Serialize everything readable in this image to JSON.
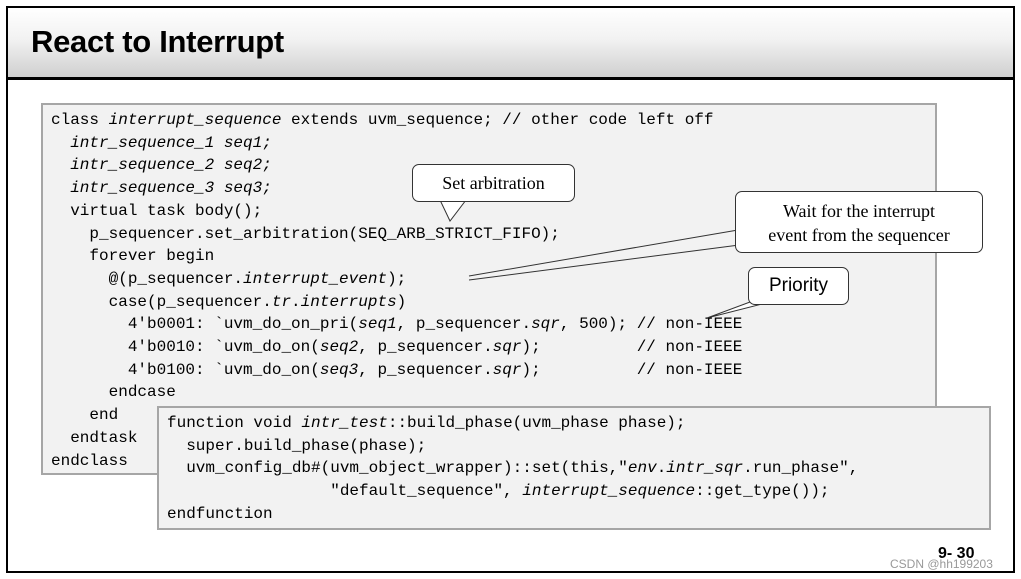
{
  "title": "React to Interrupt",
  "code_main": {
    "lines": [
      [
        {
          "t": "class "
        },
        {
          "t": "interrupt_sequence",
          "i": true
        },
        {
          "t": " extends uvm_sequence; // other code left off"
        }
      ],
      [
        {
          "t": "  "
        },
        {
          "t": "intr_sequence_1 seq1;",
          "i": true
        }
      ],
      [
        {
          "t": "  "
        },
        {
          "t": "intr_sequence_2 seq2;",
          "i": true
        }
      ],
      [
        {
          "t": "  "
        },
        {
          "t": "intr_sequence_3 seq3;",
          "i": true
        }
      ],
      [
        {
          "t": "  virtual task body();"
        }
      ],
      [
        {
          "t": "    p_sequencer.set_arbitration(SEQ_ARB_STRICT_FIFO);"
        }
      ],
      [
        {
          "t": "    forever begin"
        }
      ],
      [
        {
          "t": "      @(p_sequencer."
        },
        {
          "t": "interrupt_event",
          "i": true
        },
        {
          "t": ");"
        }
      ],
      [
        {
          "t": "      case(p_sequencer."
        },
        {
          "t": "tr",
          "i": true
        },
        {
          "t": "."
        },
        {
          "t": "interrupts",
          "i": true
        },
        {
          "t": ")"
        }
      ],
      [
        {
          "t": "        4'b0001: `uvm_do_on_pri("
        },
        {
          "t": "seq1",
          "i": true
        },
        {
          "t": ", p_sequencer."
        },
        {
          "t": "sqr",
          "i": true
        },
        {
          "t": ", 500); // non-IEEE"
        }
      ],
      [
        {
          "t": "        4'b0010: `uvm_do_on("
        },
        {
          "t": "seq2",
          "i": true
        },
        {
          "t": ", p_sequencer."
        },
        {
          "t": "sqr",
          "i": true
        },
        {
          "t": ");          // non-IEEE"
        }
      ],
      [
        {
          "t": "        4'b0100: `uvm_do_on("
        },
        {
          "t": "seq3",
          "i": true
        },
        {
          "t": ", p_sequencer."
        },
        {
          "t": "sqr",
          "i": true
        },
        {
          "t": ");          // non-IEEE"
        }
      ],
      [
        {
          "t": "      endcase"
        }
      ],
      [
        {
          "t": "    end"
        }
      ],
      [
        {
          "t": "  endtask"
        }
      ],
      [
        {
          "t": "endclass"
        }
      ]
    ]
  },
  "code_overlay": {
    "lines": [
      [
        {
          "t": "function void "
        },
        {
          "t": "intr_test",
          "i": true
        },
        {
          "t": "::build_phase(uvm_phase phase);"
        }
      ],
      [
        {
          "t": "  super.build_phase(phase);"
        }
      ],
      [
        {
          "t": "  uvm_config_db#(uvm_object_wrapper)::set(this,\""
        },
        {
          "t": "env",
          "i": true
        },
        {
          "t": "."
        },
        {
          "t": "intr_sqr",
          "i": true
        },
        {
          "t": ".run_phase\","
        }
      ],
      [
        {
          "t": "                 \"default_sequence\", "
        },
        {
          "t": "interrupt_sequence",
          "i": true
        },
        {
          "t": "::get_type());"
        }
      ],
      [
        {
          "t": "endfunction"
        }
      ]
    ]
  },
  "callouts": {
    "arbitration": "Set arbitration",
    "wait_line1": "Wait for the interrupt",
    "wait_line2": "event from the sequencer",
    "priority": "Priority"
  },
  "page_number": "9- 30",
  "watermark": "CSDN @hh199203"
}
